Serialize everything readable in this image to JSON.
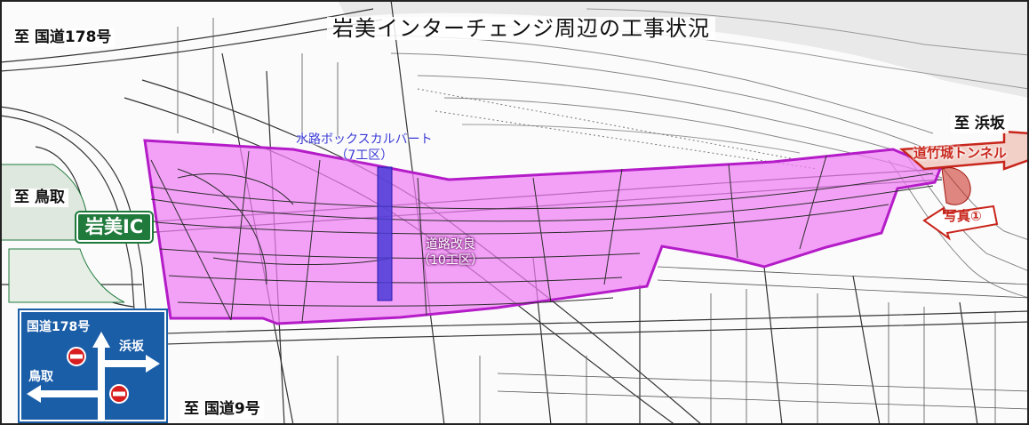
{
  "title": "岩美インターチェンジ周辺の工事状況",
  "destinations": {
    "kokudo178": "至 国道178号",
    "hamasaka": "至 浜坂",
    "tottori": "至 鳥取",
    "kokudo9": "至 国道9号"
  },
  "interchange": "岩美IC",
  "works": {
    "box_culvert": {
      "name": "水路ボックスカルバート",
      "section": "（7工区）",
      "color": "#4a3ad8"
    },
    "road_improvement": {
      "name": "道路改良",
      "section": "（10工区）",
      "color": "#e870f0"
    }
  },
  "tunnel": {
    "name": "道竹城トンネル",
    "color": "#c8261c"
  },
  "photo_marker": "写真①",
  "guide_sign": {
    "north": "国道178号",
    "east": "浜坂",
    "west": "鳥取",
    "background": "#1b5ea8"
  },
  "colors": {
    "work_area_fill": "#f07ef5",
    "work_area_border": "#b41cc8",
    "ic_green": "#1f7a3c",
    "line": "#333333"
  }
}
